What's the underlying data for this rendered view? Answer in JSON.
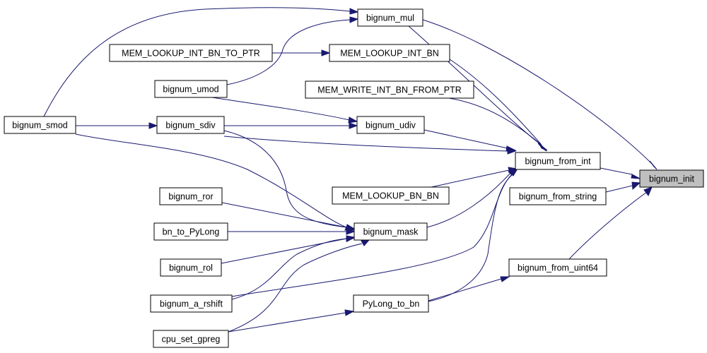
{
  "diagram": {
    "nodes": [
      {
        "id": "bignum_init",
        "label": "bignum_init",
        "highlight": true
      },
      {
        "id": "bignum_from_int",
        "label": "bignum_from_int"
      },
      {
        "id": "bignum_from_string",
        "label": "bignum_from_string"
      },
      {
        "id": "bignum_from_uint64",
        "label": "bignum_from_uint64"
      },
      {
        "id": "bignum_mul",
        "label": "bignum_mul"
      },
      {
        "id": "MEM_LOOKUP_INT_BN",
        "label": "MEM_LOOKUP_INT_BN"
      },
      {
        "id": "MEM_WRITE_INT_BN_FROM_PTR",
        "label": "MEM_WRITE_INT_BN_FROM_PTR"
      },
      {
        "id": "bignum_udiv",
        "label": "bignum_udiv"
      },
      {
        "id": "MEM_LOOKUP_BN_BN",
        "label": "MEM_LOOKUP_BN_BN"
      },
      {
        "id": "bignum_mask",
        "label": "bignum_mask"
      },
      {
        "id": "PyLong_to_bn",
        "label": "PyLong_to_bn"
      },
      {
        "id": "MEM_LOOKUP_INT_BN_TO_PTR",
        "label": "MEM_LOOKUP_INT_BN_TO_PTR"
      },
      {
        "id": "bignum_umod",
        "label": "bignum_umod"
      },
      {
        "id": "bignum_sdiv",
        "label": "bignum_sdiv"
      },
      {
        "id": "bignum_smod",
        "label": "bignum_smod"
      },
      {
        "id": "bignum_ror",
        "label": "bignum_ror"
      },
      {
        "id": "bn_to_PyLong",
        "label": "bn_to_PyLong"
      },
      {
        "id": "bignum_rol",
        "label": "bignum_rol"
      },
      {
        "id": "bignum_a_rshift",
        "label": "bignum_a_rshift"
      },
      {
        "id": "cpu_set_gpreg",
        "label": "cpu_set_gpreg"
      }
    ],
    "edges": [
      {
        "from": "bignum_from_int",
        "to": "bignum_init"
      },
      {
        "from": "bignum_from_string",
        "to": "bignum_init"
      },
      {
        "from": "bignum_from_uint64",
        "to": "bignum_init"
      },
      {
        "from": "bignum_mul",
        "to": "bignum_init"
      },
      {
        "from": "bignum_mul",
        "to": "bignum_from_int"
      },
      {
        "from": "MEM_LOOKUP_INT_BN",
        "to": "bignum_from_int"
      },
      {
        "from": "MEM_WRITE_INT_BN_FROM_PTR",
        "to": "bignum_from_int"
      },
      {
        "from": "bignum_udiv",
        "to": "bignum_from_int"
      },
      {
        "from": "bignum_sdiv",
        "to": "bignum_from_int"
      },
      {
        "from": "MEM_LOOKUP_BN_BN",
        "to": "bignum_from_int"
      },
      {
        "from": "bignum_mask",
        "to": "bignum_from_int"
      },
      {
        "from": "bignum_a_rshift",
        "to": "bignum_from_int"
      },
      {
        "from": "PyLong_to_bn",
        "to": "bignum_from_int"
      },
      {
        "from": "PyLong_to_bn",
        "to": "bignum_from_uint64"
      },
      {
        "from": "MEM_LOOKUP_INT_BN_TO_PTR",
        "to": "MEM_LOOKUP_INT_BN"
      },
      {
        "from": "bignum_umod",
        "to": "bignum_mul"
      },
      {
        "from": "bignum_smod",
        "to": "bignum_mul"
      },
      {
        "from": "bignum_umod",
        "to": "bignum_udiv"
      },
      {
        "from": "bignum_sdiv",
        "to": "bignum_udiv"
      },
      {
        "from": "bignum_smod",
        "to": "bignum_sdiv"
      },
      {
        "from": "bignum_smod",
        "to": "bignum_mask"
      },
      {
        "from": "bignum_sdiv",
        "to": "bignum_mask"
      },
      {
        "from": "bignum_ror",
        "to": "bignum_mask"
      },
      {
        "from": "bn_to_PyLong",
        "to": "bignum_mask"
      },
      {
        "from": "bignum_rol",
        "to": "bignum_mask"
      },
      {
        "from": "bignum_a_rshift",
        "to": "bignum_mask"
      },
      {
        "from": "cpu_set_gpreg",
        "to": "bignum_mask"
      },
      {
        "from": "cpu_set_gpreg",
        "to": "PyLong_to_bn"
      }
    ]
  }
}
